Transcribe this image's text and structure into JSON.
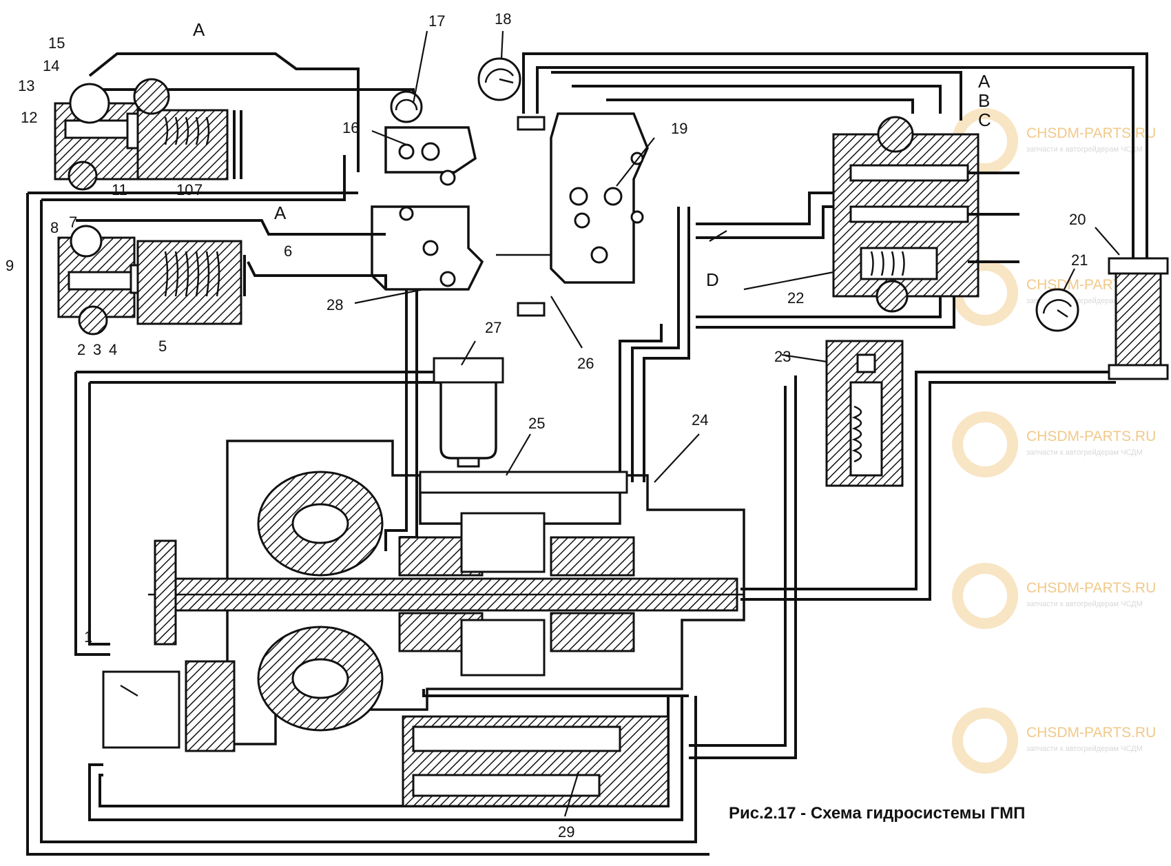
{
  "caption": "Рис.2.17 - Схема гидросистемы ГМП",
  "port_labels": {
    "top_left_A": "A",
    "mid_left_A": "A",
    "right_A": "A",
    "right_B": "B",
    "right_C": "C",
    "line_D": "D"
  },
  "part_numbers": {
    "n1": "1",
    "n2": "2",
    "n3": "3",
    "n4": "4",
    "n5": "5",
    "n6": "6",
    "n7": "7",
    "n8": "8",
    "n9": "9",
    "n10": "10",
    "n7b": "7",
    "n11": "11",
    "n12": "12",
    "n13": "13",
    "n14": "14",
    "n15": "15",
    "n16": "16",
    "n17": "17",
    "n18": "18",
    "n19": "19",
    "n20": "20",
    "n21": "21",
    "n22": "22",
    "n23": "23",
    "n24": "24",
    "n25": "25",
    "n26": "26",
    "n27": "27",
    "n28": "28",
    "n29": "29"
  },
  "watermarks": [
    {
      "title": "CHSDM-PARTS.RU",
      "subtitle": "запчасти к автогрейдерам ЧСДМ"
    },
    {
      "title": "CHSDM-PARTS.RU",
      "subtitle": "запчасти к автогрейдерам ЧСДМ"
    },
    {
      "title": "CHSDM-PARTS.RU",
      "subtitle": "запчасти к автогрейдерам ЧСДМ"
    },
    {
      "title": "CHSDM-PARTS.RU",
      "subtitle": "запчасти к автогрейдерам ЧСДМ"
    },
    {
      "title": "CHSDM-PARTS.RU",
      "subtitle": "запчасти к автогрейдерам ЧСДМ"
    }
  ],
  "colors": {
    "line": "#111111",
    "background": "#ffffff",
    "watermark": "#f1c98a"
  }
}
